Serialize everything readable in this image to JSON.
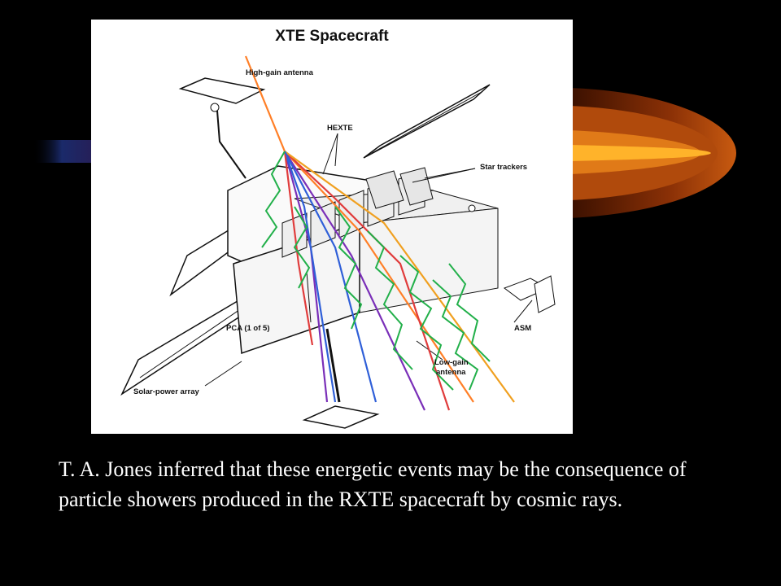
{
  "figure": {
    "title": "XTE Spacecraft",
    "labels": {
      "high_gain_antenna": "High-gain antenna",
      "hexte": "HEXTE",
      "star_trackers": "Star trackers",
      "pca": "PCA (1 of 5)",
      "asm": "ASM",
      "low_gain_antenna_line1": "Low-gain",
      "low_gain_antenna_line2": "antenna",
      "solar_power_array": "Solar-power array"
    }
  },
  "caption": "T. A. Jones inferred that these energetic events may be the consequence of particle showers produced in the RXTE spacecraft by cosmic rays.",
  "colors": {
    "background": "#000000",
    "comet_outer": "#5a1e00",
    "comet_mid": "#c04a08",
    "comet_core": "#ffb020",
    "blue_band": "#1a2a6a",
    "shower_colors": [
      "#ff7f27",
      "#e03c3c",
      "#7a2fb8",
      "#2f5fd8",
      "#22b04a",
      "#f0a020"
    ]
  }
}
